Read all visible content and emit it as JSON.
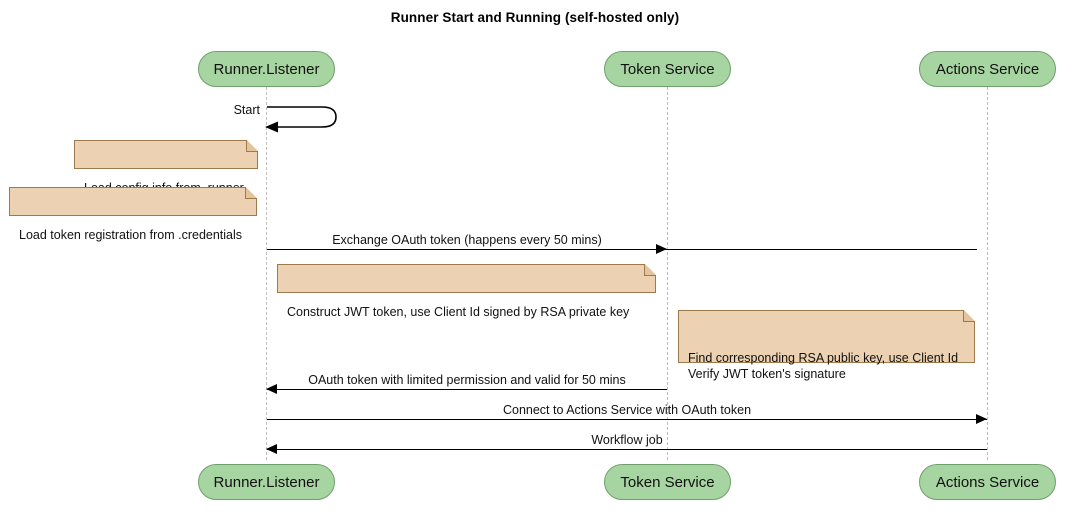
{
  "diagram": {
    "type": "sequence-diagram",
    "title": "Runner Start and Running (self-hosted only)",
    "colors": {
      "participant_fill": "#a7d5a1",
      "participant_border": "#6f9f6b",
      "note_fill": "#ecd2b2",
      "note_border": "#9c7a4d",
      "lifeline": "#bdbdbd",
      "arrow": "#000000",
      "background": "#ffffff"
    },
    "participants": [
      {
        "id": "runner",
        "label": "Runner.Listener"
      },
      {
        "id": "token",
        "label": "Token Service"
      },
      {
        "id": "actions",
        "label": "Actions Service"
      }
    ],
    "self_messages": [
      {
        "id": "start",
        "label": "Start",
        "from": "runner",
        "to": "runner"
      }
    ],
    "messages": [
      {
        "id": "exchange-oauth-token",
        "label": "Exchange OAuth token (happens every 50 mins)",
        "from": "runner",
        "to": "token",
        "direction": "right",
        "style": "solid"
      },
      {
        "id": "oauth-token-return",
        "label": "OAuth token with limited permission and valid for 50 mins",
        "from": "token",
        "to": "runner",
        "direction": "left",
        "style": "solid"
      },
      {
        "id": "connect-actions-service",
        "label": "Connect to Actions Service with OAuth token",
        "from": "runner",
        "to": "actions",
        "direction": "right",
        "style": "solid"
      },
      {
        "id": "workflow-job",
        "label": "Workflow job",
        "from": "actions",
        "to": "runner",
        "direction": "left",
        "style": "solid"
      }
    ],
    "notes": [
      {
        "id": "note-load-config",
        "text": "Load config info from .runner",
        "attached_to": "runner"
      },
      {
        "id": "note-load-token-registration",
        "text": "Load token registration from .credentials",
        "attached_to": "runner"
      },
      {
        "id": "note-construct-jwt",
        "text": "Construct JWT token, use Client Id signed by RSA private key",
        "attached_to": "runner"
      },
      {
        "id": "note-verify-jwt",
        "text": "Find corresponding RSA public key, use Client Id\nVerify JWT token's signature",
        "attached_to": "token"
      }
    ]
  }
}
